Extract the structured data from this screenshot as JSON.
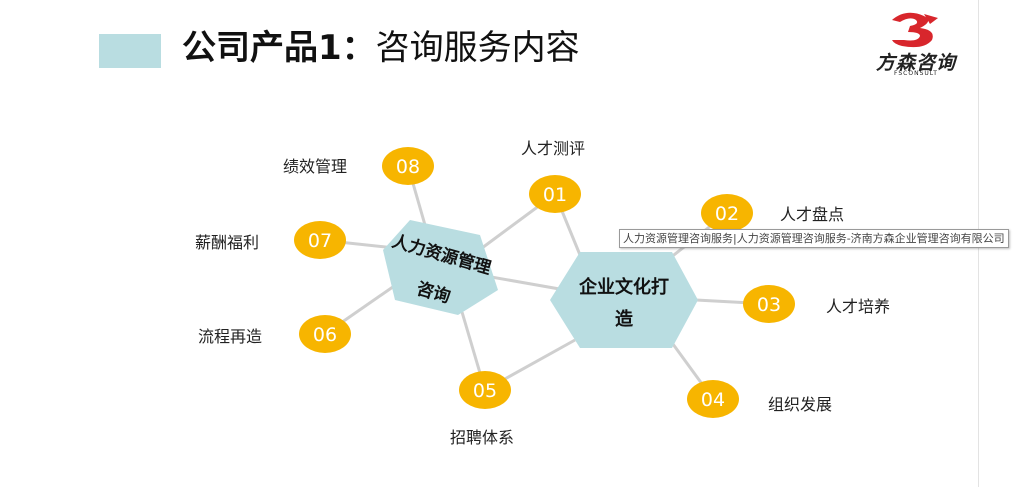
{
  "header": {
    "title_bold": "公司产品1：",
    "title_rest": "咨询服务内容"
  },
  "logo": {
    "text": "方森咨询",
    "sub": "FSCONSULT",
    "brand_color": "#d8262c"
  },
  "colors": {
    "accent_bar": "#b9dde1",
    "hexagon": "#b9dde1",
    "circle": "#f7b500",
    "connector": "#cfcfcf"
  },
  "hubs": {
    "hr": {
      "line1": "人力资源管理",
      "line2": "咨询"
    },
    "culture": {
      "line1": "企业文化打",
      "line2": "造"
    }
  },
  "nodes": [
    {
      "num": "01",
      "label": "人才测评"
    },
    {
      "num": "02",
      "label": "人才盘点"
    },
    {
      "num": "03",
      "label": "人才培养"
    },
    {
      "num": "04",
      "label": "组织发展"
    },
    {
      "num": "05",
      "label": "招聘体系"
    },
    {
      "num": "06",
      "label": "流程再造"
    },
    {
      "num": "07",
      "label": "薪酬福利"
    },
    {
      "num": "08",
      "label": "绩效管理"
    }
  ],
  "tooltip": "人力资源管理咨询服务|人力资源管理咨询服务-济南方森企业管理咨询有限公司"
}
